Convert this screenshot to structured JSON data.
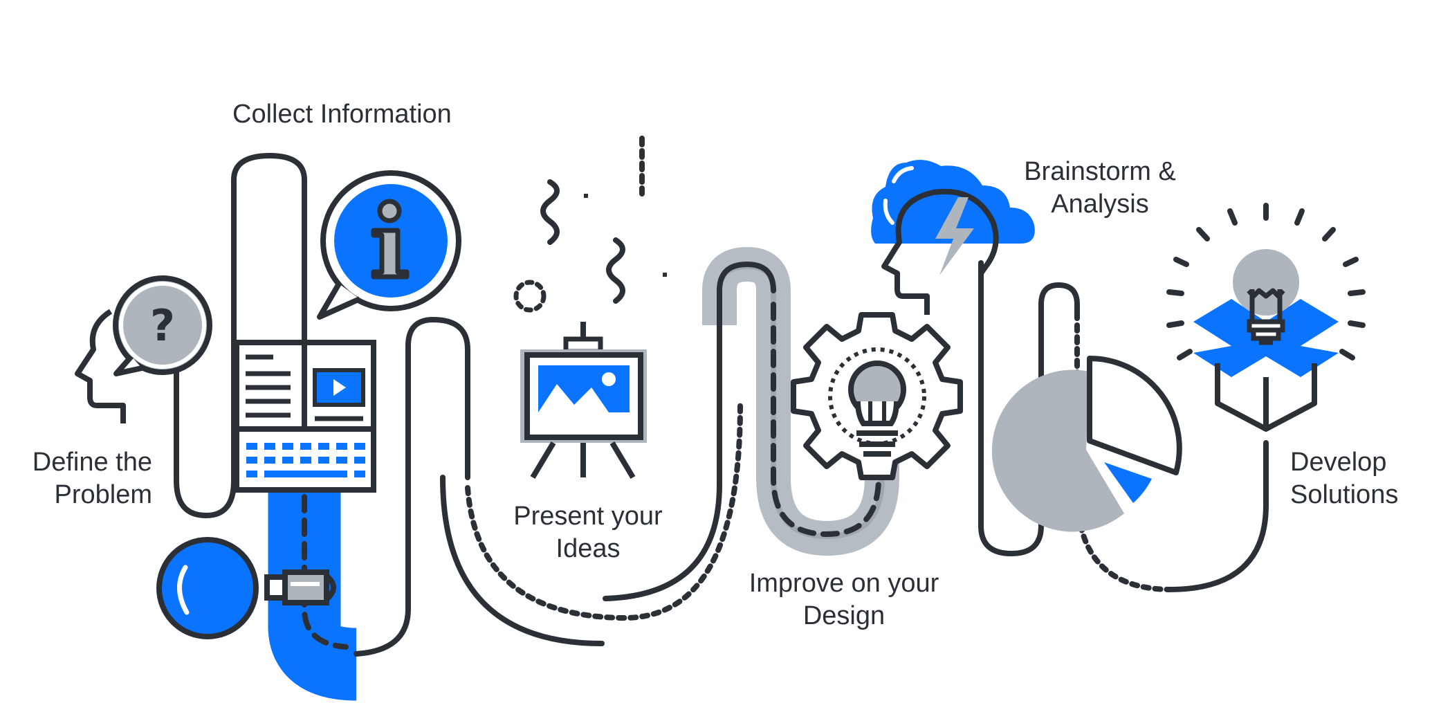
{
  "steps": [
    {
      "id": "define",
      "lines": [
        "Define the",
        "Problem"
      ],
      "icon": "head-question-icon"
    },
    {
      "id": "collect",
      "lines": [
        "Collect Information"
      ],
      "icon": "info-bubble-icon"
    },
    {
      "id": "present",
      "lines": [
        "Present your",
        "Ideas"
      ],
      "icon": "easel-icon"
    },
    {
      "id": "improve",
      "lines": [
        "Improve on your",
        "Design"
      ],
      "icon": "gear-bulb-icon"
    },
    {
      "id": "brainstorm",
      "lines": [
        "Brainstorm &",
        "Analysis"
      ],
      "icon": "head-cloud-lightning-icon"
    },
    {
      "id": "develop",
      "lines": [
        "Develop",
        "Solutions"
      ],
      "icon": "bulb-box-icon"
    }
  ],
  "colors": {
    "ink": "#2b2f36",
    "blue": "#0a74ff",
    "gray": "#aeb5bc",
    "background": "#ffffff"
  }
}
